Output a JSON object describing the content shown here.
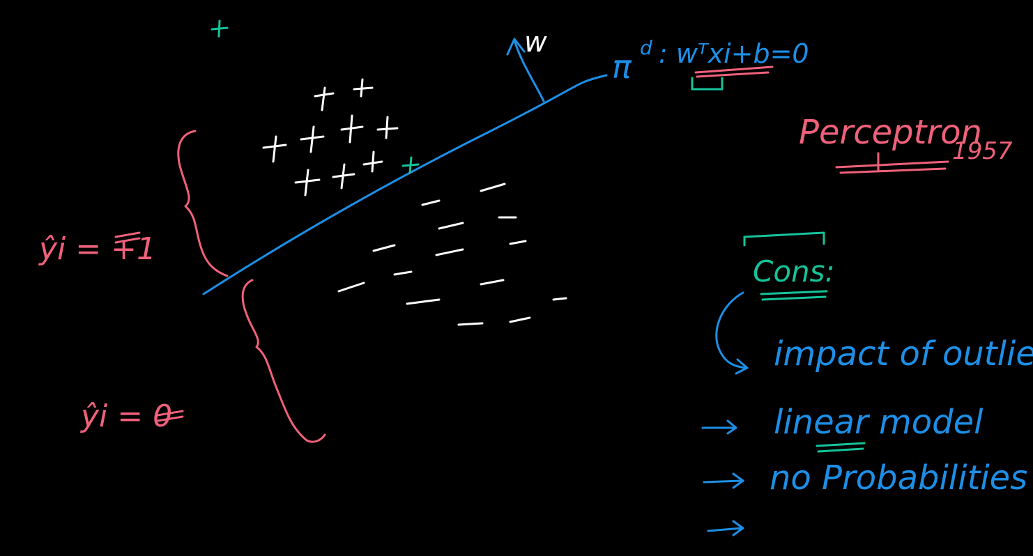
{
  "colors": {
    "background": "#000000",
    "pink": "#f0617a",
    "blue": "#1d8fe6",
    "teal": "#16c39a",
    "white": "#ffffff"
  },
  "labels": {
    "w_vector": "w",
    "plane_symbol": "π",
    "plane_superscript": "d",
    "plane_equation": ": wᵀxi+b=0",
    "y_pos_label": "ŷi = +1",
    "y_neg_label": "ŷi = 0",
    "perceptron": "Perceptron",
    "year": "1957",
    "cons_title": "Cons:",
    "cons_items": [
      "impact of outliers",
      "linear model",
      "no Probabilities",
      ""
    ]
  },
  "icons": {
    "plus_marker": "plus-icon",
    "minus_marker": "minus-icon",
    "arrow": "arrow-icon"
  }
}
